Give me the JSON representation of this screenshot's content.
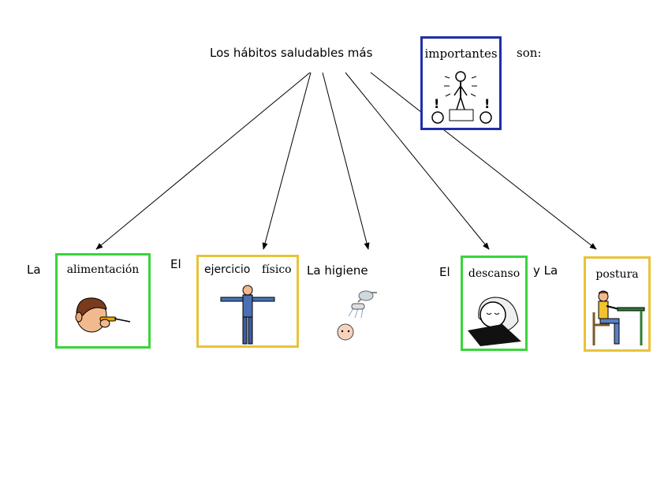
{
  "header": {
    "intro": "Los hábitos saludables más",
    "keyword_card": {
      "label": "importantes",
      "border": "#1f2fa8",
      "icon": "person-on-podium-icon"
    },
    "suffix": "son:"
  },
  "items": [
    {
      "article": "La",
      "word": "alimentación",
      "border": "#3ad43a",
      "icon": "eating-icon"
    },
    {
      "article": "El",
      "word_a": "ejercicio",
      "word_b": "físico",
      "border": "#e8c33a",
      "icon": "person-exercise-icon"
    },
    {
      "article": "La higiene",
      "icon": "shower-icon"
    },
    {
      "article": "El",
      "word": "descanso",
      "border": "#3ad43a",
      "icon": "sleeping-icon"
    },
    {
      "article": "y La",
      "word": "postura",
      "border": "#e8c33a",
      "icon": "sitting-posture-icon"
    }
  ]
}
